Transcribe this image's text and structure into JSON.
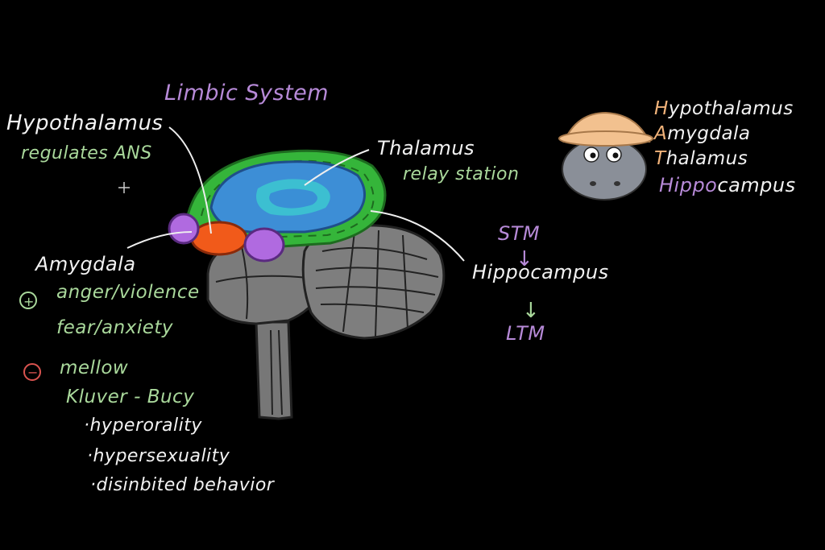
{
  "title": "Limbic System",
  "labels": {
    "hypothalamus": "Hypothalamus",
    "hypothalamus_desc": "regulates ANS",
    "thalamus": "Thalamus",
    "thalamus_desc": "relay station",
    "amygdala": "Amygdala",
    "plus_item1": "anger/violence",
    "plus_item2": "fear/anxiety",
    "minus_item1": "mellow",
    "minus_item2": "Kluver - Bucy",
    "bullet1": "·hyperorality",
    "bullet2": "·hypersexuality",
    "bullet3": "·disinbited behavior",
    "stm": "STM",
    "hippocampus": "Hippocampus",
    "ltm": "LTM",
    "plus_sign": "+",
    "minus_sign": "−",
    "arrow_down": "↓"
  },
  "mnemonic": {
    "lines": [
      {
        "first": "H",
        "rest": "ypothalamus"
      },
      {
        "first": "A",
        "rest": "mygdala"
      },
      {
        "first": "T",
        "rest": "halamus"
      },
      {
        "first": "Hippo",
        "rest": "campus"
      }
    ]
  },
  "colors": {
    "background": "#000000",
    "cortex_green": "#3bbf3b",
    "thalamus_blue": "#3a8fd6",
    "thalamus_cyan": "#36c6d6",
    "amygdala_orange": "#f05a1a",
    "hippocampus_purple": "#b06ae0",
    "cerebellum_gray": "#7a7a7a",
    "label_green": "#a9d89b",
    "label_purple": "#b78ad8",
    "label_tan": "#f2b37a",
    "minus_red": "#d9534f"
  }
}
